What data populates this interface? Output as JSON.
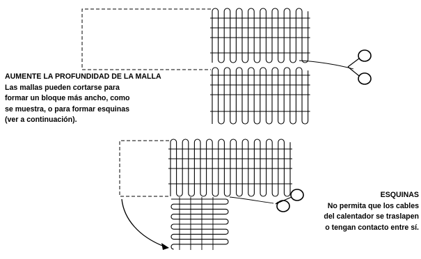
{
  "depth_caption": {
    "heading": "AUMENTE LA PROFUNDIDAD DE LA MALLA",
    "lines": [
      "Las mallas pueden cortarse para",
      "formar un bloque más ancho, como",
      "se muestra, o para formar esquinas",
      "(ver a continuación)."
    ]
  },
  "corners_caption": {
    "heading": "ESQUINAS",
    "lines": [
      "No permita que los cables",
      "del calentador se traslapen",
      "o tengan contacto entre sí."
    ]
  },
  "icons": [
    "scissors-icon",
    "scissors-icon",
    "curved-arrow-icon"
  ],
  "colors": {
    "ink": "#000000",
    "background": "#ffffff"
  }
}
